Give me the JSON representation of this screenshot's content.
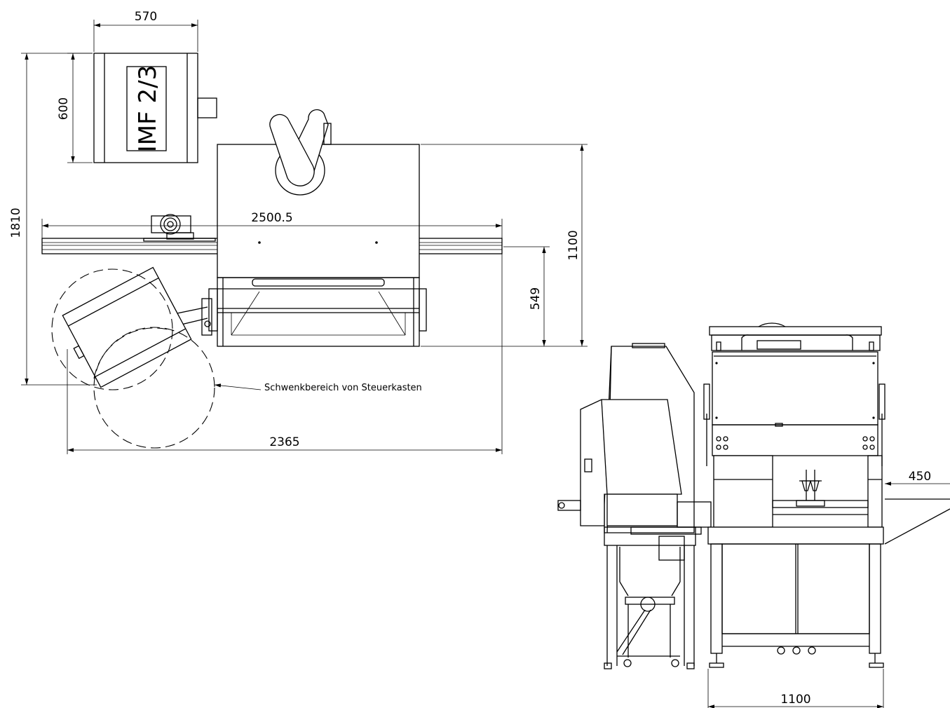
{
  "dimensions": {
    "width_top": "570",
    "height_box": "600",
    "total_height": "1810",
    "rail_length": "2500.5",
    "depth": "1100",
    "half_depth": "549",
    "total_width": "2365",
    "side_offset": "450",
    "front_width": "1100"
  },
  "labels": {
    "control_box": "IMF 2/3",
    "swing_area": "Schwenkbereich von Steuerkasten"
  }
}
